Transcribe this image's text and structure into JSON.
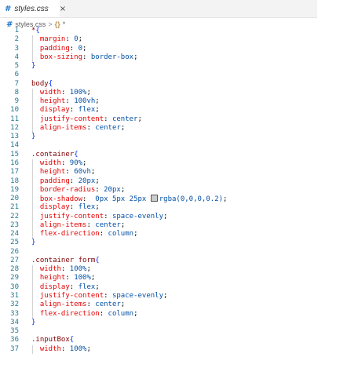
{
  "tab": {
    "icon": "#",
    "title": "styles.css",
    "close": "×"
  },
  "breadcrumb": {
    "icon": "#",
    "file": "styles.css",
    "separator": ">",
    "symbol_icon": "{}",
    "symbol": "*"
  },
  "lines": [
    {
      "n": "1",
      "indent": false,
      "tokens": [
        {
          "t": "*",
          "c": "sel"
        },
        {
          "t": "{",
          "c": "brace"
        }
      ]
    },
    {
      "n": "2",
      "indent": true,
      "tokens": [
        {
          "t": "  margin",
          "c": "prop"
        },
        {
          "t": ": ",
          "c": "txt"
        },
        {
          "t": "0",
          "c": "val"
        },
        {
          "t": ";",
          "c": "txt"
        }
      ]
    },
    {
      "n": "3",
      "indent": true,
      "tokens": [
        {
          "t": "  padding",
          "c": "prop"
        },
        {
          "t": ": ",
          "c": "txt"
        },
        {
          "t": "0",
          "c": "val"
        },
        {
          "t": ";",
          "c": "txt"
        }
      ]
    },
    {
      "n": "4",
      "indent": true,
      "tokens": [
        {
          "t": "  box-sizing",
          "c": "prop"
        },
        {
          "t": ": ",
          "c": "txt"
        },
        {
          "t": "border-box",
          "c": "val"
        },
        {
          "t": ";",
          "c": "txt"
        }
      ]
    },
    {
      "n": "5",
      "indent": false,
      "tokens": [
        {
          "t": "}",
          "c": "brace"
        }
      ]
    },
    {
      "n": "6",
      "indent": false,
      "tokens": []
    },
    {
      "n": "7",
      "indent": false,
      "tokens": [
        {
          "t": "body",
          "c": "sel"
        },
        {
          "t": "{",
          "c": "brace"
        }
      ]
    },
    {
      "n": "8",
      "indent": true,
      "tokens": [
        {
          "t": "  width",
          "c": "prop"
        },
        {
          "t": ": ",
          "c": "txt"
        },
        {
          "t": "100%",
          "c": "val"
        },
        {
          "t": ";",
          "c": "txt"
        }
      ]
    },
    {
      "n": "9",
      "indent": true,
      "tokens": [
        {
          "t": "  height",
          "c": "prop"
        },
        {
          "t": ": ",
          "c": "txt"
        },
        {
          "t": "100vh",
          "c": "val"
        },
        {
          "t": ";",
          "c": "txt"
        }
      ]
    },
    {
      "n": "10",
      "indent": true,
      "tokens": [
        {
          "t": "  display",
          "c": "prop"
        },
        {
          "t": ": ",
          "c": "txt"
        },
        {
          "t": "flex",
          "c": "val"
        },
        {
          "t": ";",
          "c": "txt"
        }
      ]
    },
    {
      "n": "11",
      "indent": true,
      "tokens": [
        {
          "t": "  justify-content",
          "c": "prop"
        },
        {
          "t": ": ",
          "c": "txt"
        },
        {
          "t": "center",
          "c": "val"
        },
        {
          "t": ";",
          "c": "txt"
        }
      ]
    },
    {
      "n": "12",
      "indent": true,
      "tokens": [
        {
          "t": "  align-items",
          "c": "prop"
        },
        {
          "t": ": ",
          "c": "txt"
        },
        {
          "t": "center",
          "c": "val"
        },
        {
          "t": ";",
          "c": "txt"
        }
      ]
    },
    {
      "n": "13",
      "indent": false,
      "tokens": [
        {
          "t": "}",
          "c": "brace"
        }
      ]
    },
    {
      "n": "14",
      "indent": false,
      "tokens": []
    },
    {
      "n": "15",
      "indent": false,
      "tokens": [
        {
          "t": ".container",
          "c": "sel"
        },
        {
          "t": "{",
          "c": "brace"
        }
      ]
    },
    {
      "n": "16",
      "indent": true,
      "tokens": [
        {
          "t": "  width",
          "c": "prop"
        },
        {
          "t": ": ",
          "c": "txt"
        },
        {
          "t": "90%",
          "c": "val"
        },
        {
          "t": ";",
          "c": "txt"
        }
      ]
    },
    {
      "n": "17",
      "indent": true,
      "tokens": [
        {
          "t": "  height",
          "c": "prop"
        },
        {
          "t": ": ",
          "c": "txt"
        },
        {
          "t": "60vh",
          "c": "val"
        },
        {
          "t": ";",
          "c": "txt"
        }
      ]
    },
    {
      "n": "18",
      "indent": true,
      "tokens": [
        {
          "t": "  padding",
          "c": "prop"
        },
        {
          "t": ": ",
          "c": "txt"
        },
        {
          "t": "20px",
          "c": "val"
        },
        {
          "t": ";",
          "c": "txt"
        }
      ]
    },
    {
      "n": "19",
      "indent": true,
      "tokens": [
        {
          "t": "  border-radius",
          "c": "prop"
        },
        {
          "t": ": ",
          "c": "txt"
        },
        {
          "t": "20px",
          "c": "val"
        },
        {
          "t": ";",
          "c": "txt"
        }
      ]
    },
    {
      "n": "20",
      "indent": true,
      "tokens": [
        {
          "t": "  box-shadow",
          "c": "prop"
        },
        {
          "t": ":  ",
          "c": "txt"
        },
        {
          "t": "0px 5px 25px ",
          "c": "val"
        },
        {
          "t": "",
          "c": "swatch"
        },
        {
          "t": "rgba(0,0,0,0.2)",
          "c": "val"
        },
        {
          "t": ";",
          "c": "txt"
        }
      ]
    },
    {
      "n": "21",
      "indent": true,
      "tokens": [
        {
          "t": "  display",
          "c": "prop"
        },
        {
          "t": ": ",
          "c": "txt"
        },
        {
          "t": "flex",
          "c": "val"
        },
        {
          "t": ";",
          "c": "txt"
        }
      ]
    },
    {
      "n": "22",
      "indent": true,
      "tokens": [
        {
          "t": "  justify-content",
          "c": "prop"
        },
        {
          "t": ": ",
          "c": "txt"
        },
        {
          "t": "space-evenly",
          "c": "val"
        },
        {
          "t": ";",
          "c": "txt"
        }
      ]
    },
    {
      "n": "23",
      "indent": true,
      "tokens": [
        {
          "t": "  align-items",
          "c": "prop"
        },
        {
          "t": ": ",
          "c": "txt"
        },
        {
          "t": "center",
          "c": "val"
        },
        {
          "t": ";",
          "c": "txt"
        }
      ]
    },
    {
      "n": "24",
      "indent": true,
      "tokens": [
        {
          "t": "  flex-direction",
          "c": "prop"
        },
        {
          "t": ": ",
          "c": "txt"
        },
        {
          "t": "column",
          "c": "val"
        },
        {
          "t": ";",
          "c": "txt"
        }
      ]
    },
    {
      "n": "25",
      "indent": false,
      "tokens": [
        {
          "t": "}",
          "c": "brace"
        }
      ]
    },
    {
      "n": "26",
      "indent": false,
      "tokens": []
    },
    {
      "n": "27",
      "indent": false,
      "tokens": [
        {
          "t": ".container form",
          "c": "sel"
        },
        {
          "t": "{",
          "c": "brace"
        }
      ]
    },
    {
      "n": "28",
      "indent": true,
      "tokens": [
        {
          "t": "  width",
          "c": "prop"
        },
        {
          "t": ": ",
          "c": "txt"
        },
        {
          "t": "100%",
          "c": "val"
        },
        {
          "t": ";",
          "c": "txt"
        }
      ]
    },
    {
      "n": "29",
      "indent": true,
      "tokens": [
        {
          "t": "  height",
          "c": "prop"
        },
        {
          "t": ": ",
          "c": "txt"
        },
        {
          "t": "100%",
          "c": "val"
        },
        {
          "t": ";",
          "c": "txt"
        }
      ]
    },
    {
      "n": "30",
      "indent": true,
      "tokens": [
        {
          "t": "  display",
          "c": "prop"
        },
        {
          "t": ": ",
          "c": "txt"
        },
        {
          "t": "flex",
          "c": "val"
        },
        {
          "t": ";",
          "c": "txt"
        }
      ]
    },
    {
      "n": "31",
      "indent": true,
      "tokens": [
        {
          "t": "  justify-content",
          "c": "prop"
        },
        {
          "t": ": ",
          "c": "txt"
        },
        {
          "t": "space-evenly",
          "c": "val"
        },
        {
          "t": ";",
          "c": "txt"
        }
      ]
    },
    {
      "n": "32",
      "indent": true,
      "tokens": [
        {
          "t": "  align-items",
          "c": "prop"
        },
        {
          "t": ": ",
          "c": "txt"
        },
        {
          "t": "center",
          "c": "val"
        },
        {
          "t": ";",
          "c": "txt"
        }
      ]
    },
    {
      "n": "33",
      "indent": true,
      "tokens": [
        {
          "t": "  flex-direction",
          "c": "prop"
        },
        {
          "t": ": ",
          "c": "txt"
        },
        {
          "t": "column",
          "c": "val"
        },
        {
          "t": ";",
          "c": "txt"
        }
      ]
    },
    {
      "n": "34",
      "indent": false,
      "tokens": [
        {
          "t": "}",
          "c": "brace"
        }
      ]
    },
    {
      "n": "35",
      "indent": false,
      "tokens": []
    },
    {
      "n": "36",
      "indent": false,
      "tokens": [
        {
          "t": ".inputBox",
          "c": "sel"
        },
        {
          "t": "{",
          "c": "brace"
        }
      ]
    },
    {
      "n": "37",
      "indent": true,
      "tokens": [
        {
          "t": "  width",
          "c": "prop"
        },
        {
          "t": ": ",
          "c": "txt"
        },
        {
          "t": "100%",
          "c": "val"
        },
        {
          "t": ";",
          "c": "txt"
        }
      ]
    }
  ]
}
